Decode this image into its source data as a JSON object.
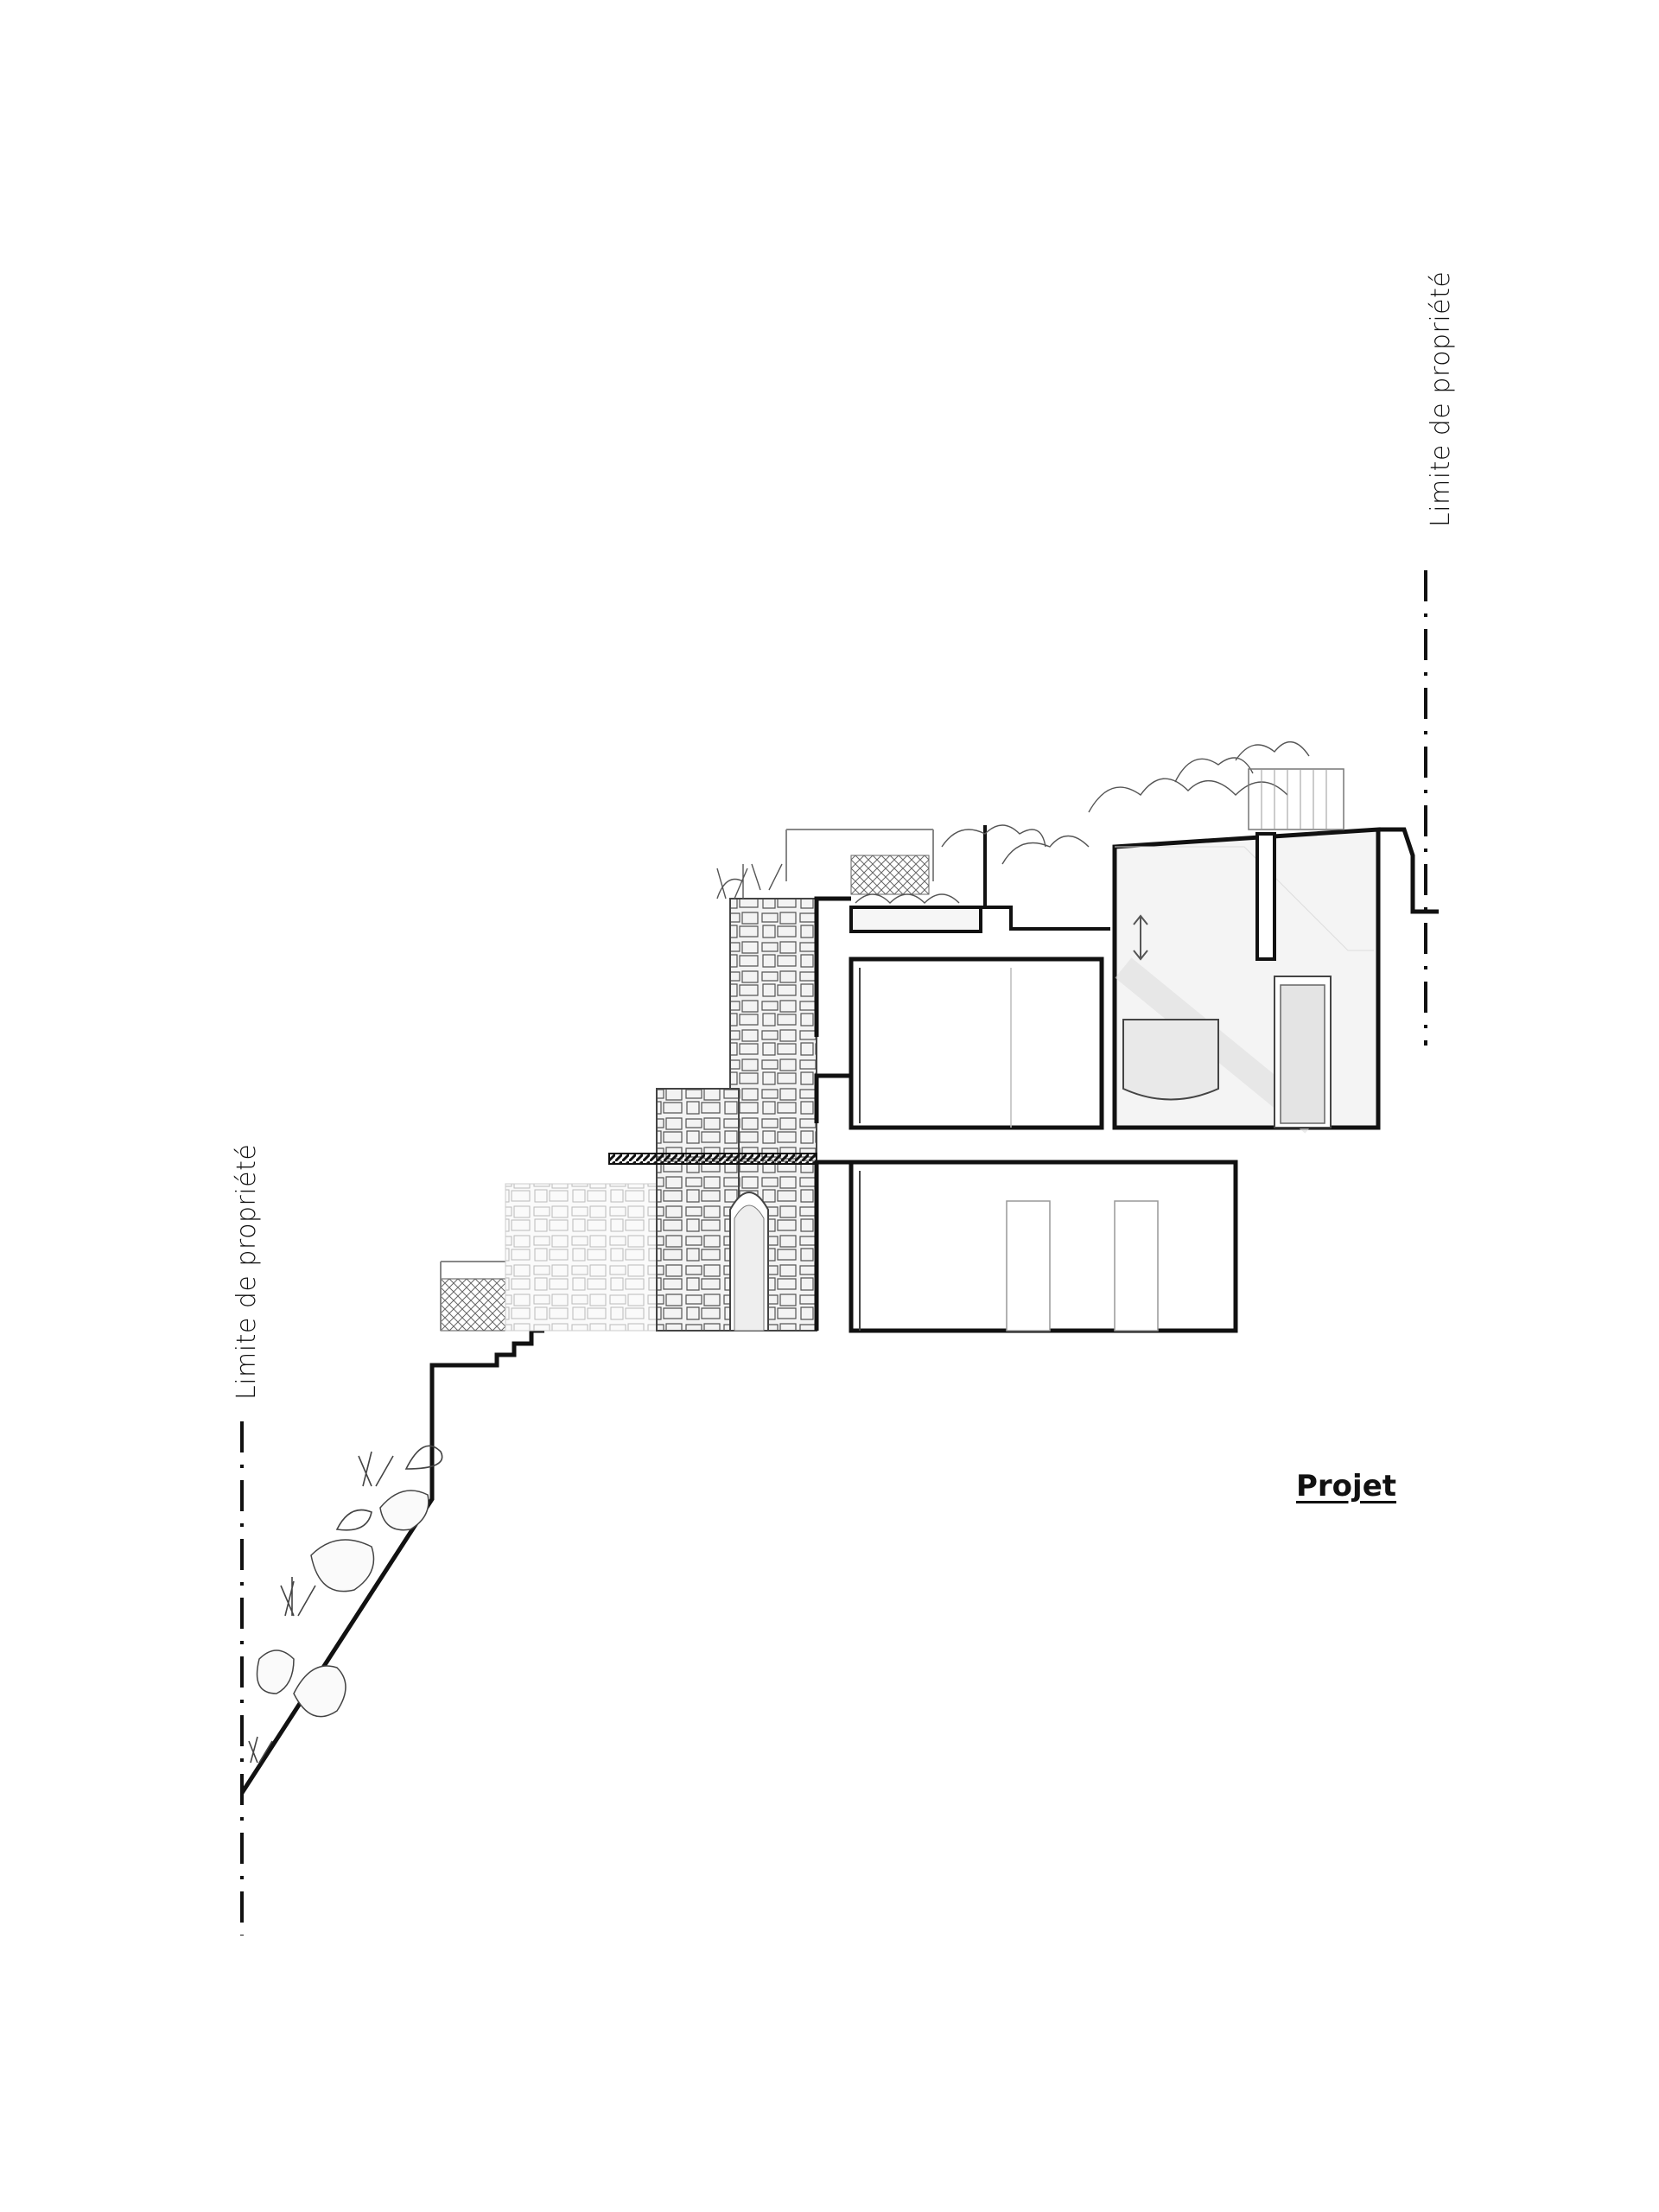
{
  "labels": {
    "property_limit_left": "Limite de propriété",
    "property_limit_right": "Limite de propriété",
    "project_title": "Projet"
  },
  "colors": {
    "line": "#111111",
    "wall_fill": "#ececec",
    "stone_fill": "#f2f2f2",
    "planting": "#444444"
  }
}
